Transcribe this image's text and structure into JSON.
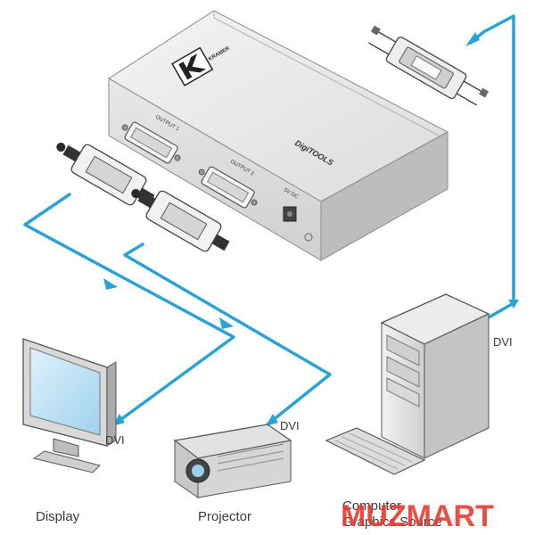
{
  "device": {
    "port_output1": "OUTPUT 1",
    "port_output2": "OUTPUT 2",
    "power_label": "5V DC",
    "brand_text": "DigiTOOLS",
    "logo_text": "KRAMER"
  },
  "labels": {
    "dvi_input": "DVI",
    "dvi_display": "DVI",
    "dvi_projector": "DVI",
    "display": "Display",
    "projector": "Projector",
    "source_line1": "Computer",
    "source_line2": "Graphics Source"
  },
  "watermark": "MUZMART",
  "colors": {
    "cable": "#29a3d6",
    "device_body": "#e6e6e6",
    "watermark": "#e8362a"
  }
}
